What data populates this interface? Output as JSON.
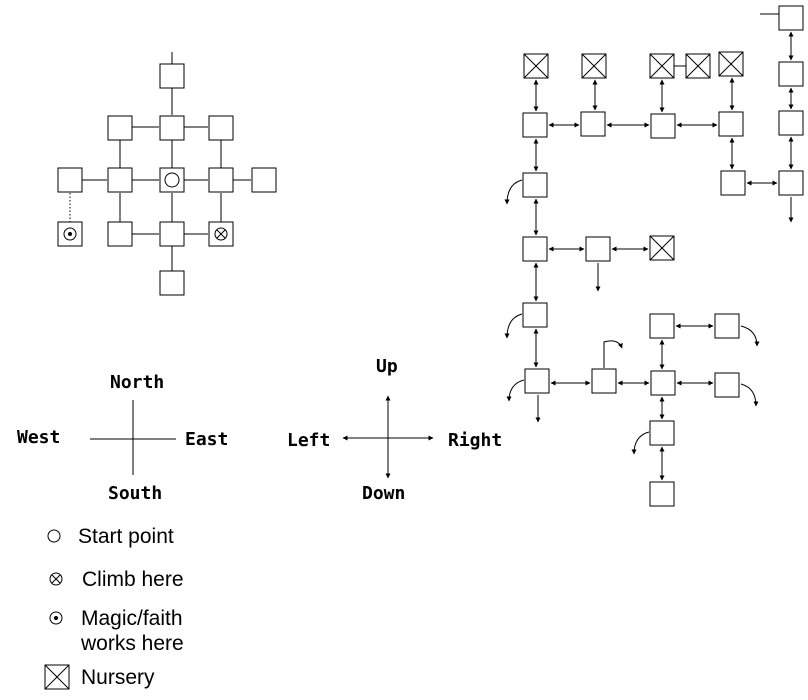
{
  "compass": {
    "north": "North",
    "south": "South",
    "west": "West",
    "east": "East"
  },
  "directions": {
    "up": "Up",
    "down": "Down",
    "left": "Left",
    "right": "Right"
  },
  "legend": [
    {
      "icon": "start-point-icon",
      "label": "Start point"
    },
    {
      "icon": "climb-icon",
      "label": "Climb here"
    },
    {
      "icon": "magic-icon",
      "label_line1": "Magic/faith",
      "label_line2": "works here"
    },
    {
      "icon": "nursery-icon",
      "label": "Nursery"
    }
  ],
  "colors": {
    "ink": "#000000",
    "paper": "#ffffff"
  }
}
